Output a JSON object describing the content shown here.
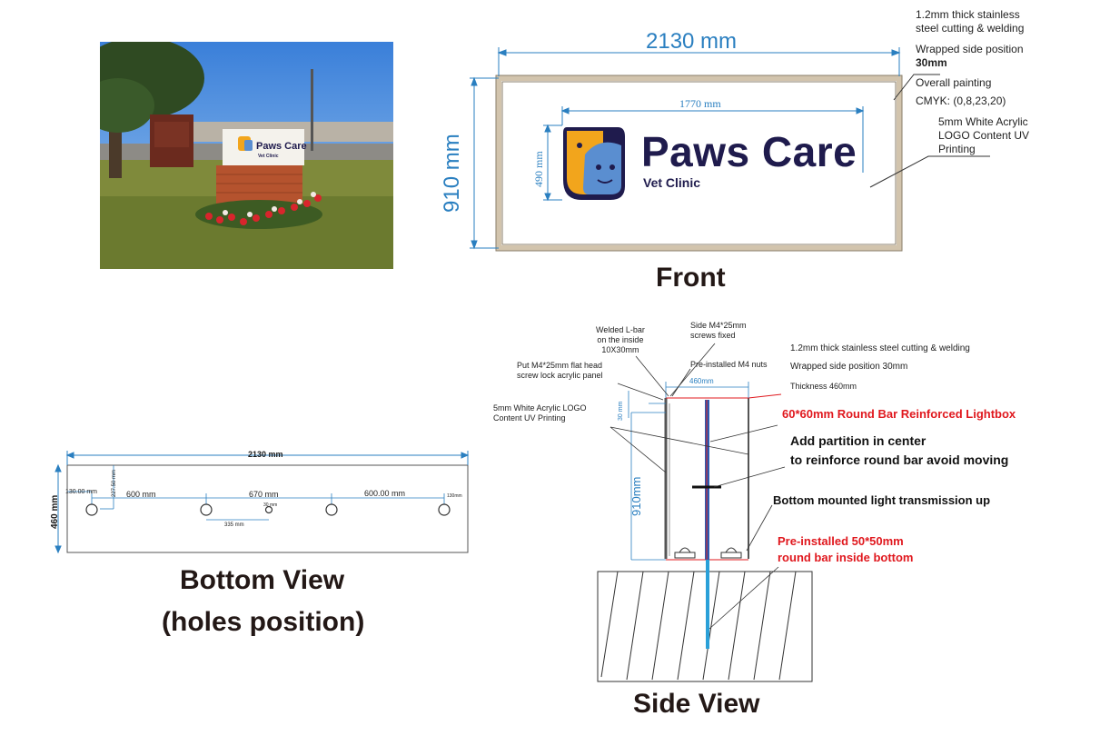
{
  "colors": {
    "dimension_blue": "#2a7fc0",
    "frame_beige": "#d2c4ad",
    "logo_navy": "#1f1b4d",
    "logo_orange": "#f2a51c",
    "logo_blue": "#5a8ed0",
    "highlight_red": "#e0181e",
    "brick": "#b5532e"
  },
  "icons": [
    "dog-cat-logo-icon",
    "light-fixture-icon"
  ],
  "photo": {
    "sign_brand": "Paws Care",
    "sign_sub": "Vet Clinic"
  },
  "front": {
    "title": "Front",
    "width_dim": "2130 mm",
    "height_dim": "910 mm",
    "logo_width_dim": "1770 mm",
    "logo_height_dim": "490 mm",
    "brand": "Paws Care",
    "subtitle": "Vet Clinic",
    "notes": {
      "steel_line1": "1.2mm thick stainless",
      "steel_line2": "steel cutting & welding",
      "wrap_line1": "Wrapped side position",
      "wrap_line2": "30mm",
      "paint_line1": "Overall painting",
      "paint_line2": "CMYK: (0,8,23,20)",
      "acrylic_line1": "5mm White Acrylic",
      "acrylic_line2": "LOGO Content UV",
      "acrylic_line3": "Printing"
    }
  },
  "bottom": {
    "title_line1": "Bottom View",
    "title_line2": "(holes position)",
    "width_dim": "2130 mm",
    "height_dim": "460 mm",
    "dim_130_left": "130.00 mm",
    "dim_227": "227.50 mm",
    "dim_600_left": "600 mm",
    "dim_670": "670 mm",
    "dim_30": "30 mm",
    "dim_335": "335 mm",
    "dim_600_right": "600.00 mm",
    "dim_130_right": "130mm"
  },
  "side": {
    "title": "Side View",
    "welded_line1": "Welded L-bar",
    "welded_line2": "on the inside",
    "welded_line3": "10X30mm",
    "screws_line1": "Side M4*25mm",
    "screws_line2": "screws fixed",
    "flathead_line1": "Put M4*25mm flat head",
    "flathead_line2": "screw lock acrylic panel",
    "nuts": "Pre-installed M4 nuts",
    "acrylic_line1": "5mm White Acrylic LOGO",
    "acrylic_line2": "Content UV  Printing",
    "dim_460": "460mm",
    "dim_30": "30 mm",
    "dim_910": "910mm",
    "steel": "1.2mm thick stainless steel cutting & welding",
    "wrap": "Wrapped side position 30mm",
    "thickness": "Thickness  460mm",
    "round_bar": "60*60mm Round Bar Reinforced Lightbox",
    "partition_line1": "Add partition in center",
    "partition_line2": "to reinforce round bar avoid moving",
    "bottom_light": "Bottom mounted light transmission up",
    "preinstalled_line1": "Pre-installed 50*50mm",
    "preinstalled_line2": "round bar inside bottom"
  }
}
